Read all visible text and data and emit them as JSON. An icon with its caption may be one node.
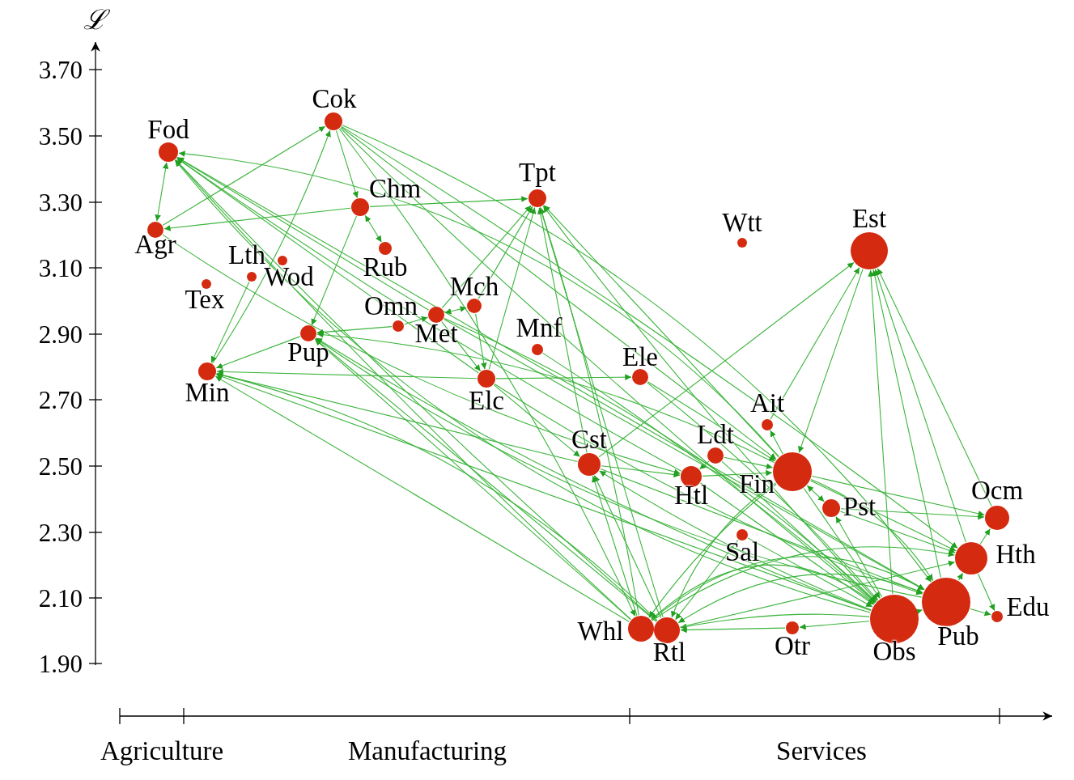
{
  "diagram": {
    "nodes": [
      {
        "text": [
          "Fod"
        ]
      },
      {
        "text": [
          "Cok"
        ]
      },
      {
        "text": [
          "Chm"
        ]
      },
      {
        "text": [
          "Tpt"
        ]
      },
      {
        "text": [
          "Wtt"
        ]
      },
      {
        "text": [
          "Est"
        ]
      },
      {
        "text": [
          "Agr"
        ]
      },
      {
        "text": [
          "Lth"
        ]
      },
      {
        "text": [
          "Wod"
        ]
      },
      {
        "text": [
          "Rub"
        ]
      },
      {
        "text": [
          "Tex"
        ]
      },
      {
        "text": [
          "Mch"
        ]
      },
      {
        "text": [
          "Omn"
        ]
      },
      {
        "text": [
          "Met"
        ]
      },
      {
        "text": [
          "Mnf"
        ]
      },
      {
        "text": [
          "Pup"
        ]
      },
      {
        "text": [
          "Ele"
        ]
      },
      {
        "text": [
          "Min"
        ]
      },
      {
        "text": [
          "Elc"
        ]
      },
      {
        "text": [
          "Ait"
        ]
      },
      {
        "text": [
          "Ldt"
        ]
      },
      {
        "text": [
          "Cst"
        ]
      },
      {
        "text": [
          "Htl"
        ]
      },
      {
        "text": [
          "Fin"
        ]
      },
      {
        "text": [
          "Pst"
        ]
      },
      {
        "text": [
          "Ocm"
        ]
      },
      {
        "text": [
          "Sal"
        ]
      },
      {
        "text": [
          "Hth"
        ]
      },
      {
        "text": [
          "Edu"
        ]
      },
      {
        "text": [
          "Whl"
        ]
      },
      {
        "text": [
          "Rtl"
        ]
      },
      {
        "text": [
          "Otr"
        ]
      },
      {
        "text": [
          "Obs"
        ]
      },
      {
        "text": [
          "Pub"
        ]
      }
    ],
    "edges": [
      {
        "from": 0,
        "to": 6,
        "arrow": "both"
      },
      {
        "from": 6,
        "to": 1,
        "arrow": "to"
      },
      {
        "from": 17,
        "to": 1,
        "arrow": "to"
      },
      {
        "from": 1,
        "to": 2,
        "arrow": "to"
      },
      {
        "from": 1,
        "to": 23,
        "arrow": "to"
      },
      {
        "from": 1,
        "to": 32,
        "arrow": "to"
      },
      {
        "from": 1,
        "to": 33,
        "arrow": "to"
      },
      {
        "from": 1,
        "to": 27,
        "arrow": "to"
      },
      {
        "from": 1,
        "to": 29,
        "arrow": "to"
      },
      {
        "from": 2,
        "to": 6,
        "arrow": "to"
      },
      {
        "from": 2,
        "to": 15,
        "arrow": "to"
      },
      {
        "from": 2,
        "to": 9,
        "arrow": "both"
      },
      {
        "from": 2,
        "to": 3,
        "arrow": "to"
      },
      {
        "from": 13,
        "to": 0,
        "arrow": "to"
      },
      {
        "from": 18,
        "to": 0,
        "arrow": "to"
      },
      {
        "from": 23,
        "to": 0,
        "arrow": "to"
      },
      {
        "from": 32,
        "to": 0,
        "arrow": "to"
      },
      {
        "from": 33,
        "to": 0,
        "arrow": "to"
      },
      {
        "from": 29,
        "to": 0,
        "arrow": "to"
      },
      {
        "from": 30,
        "to": 0,
        "arrow": "to"
      },
      {
        "from": 22,
        "to": 0,
        "arrow": "to"
      },
      {
        "from": 6,
        "to": 22,
        "arrow": "to"
      },
      {
        "from": 8,
        "to": 17,
        "arrow": "to"
      },
      {
        "from": 12,
        "to": 15,
        "arrow": "to"
      },
      {
        "from": 15,
        "to": 17,
        "arrow": "to"
      },
      {
        "from": 18,
        "to": 17,
        "arrow": "to"
      },
      {
        "from": 21,
        "to": 17,
        "arrow": "to"
      },
      {
        "from": 32,
        "to": 17,
        "arrow": "to"
      },
      {
        "from": 29,
        "to": 17,
        "arrow": "to"
      },
      {
        "from": 30,
        "to": 17,
        "arrow": "to"
      },
      {
        "from": 32,
        "to": 15,
        "arrow": "to"
      },
      {
        "from": 33,
        "to": 15,
        "arrow": "to"
      },
      {
        "from": 29,
        "to": 15,
        "arrow": "to"
      },
      {
        "from": 30,
        "to": 15,
        "arrow": "to"
      },
      {
        "from": 23,
        "to": 15,
        "arrow": "to"
      },
      {
        "from": 13,
        "to": 11,
        "arrow": "both"
      },
      {
        "from": 12,
        "to": 13,
        "arrow": "to"
      },
      {
        "from": 13,
        "to": 18,
        "arrow": "to"
      },
      {
        "from": 11,
        "to": 18,
        "arrow": "to"
      },
      {
        "from": 13,
        "to": 3,
        "arrow": "to"
      },
      {
        "from": 11,
        "to": 3,
        "arrow": "to"
      },
      {
        "from": 18,
        "to": 3,
        "arrow": "to"
      },
      {
        "from": 21,
        "to": 3,
        "arrow": "to"
      },
      {
        "from": 29,
        "to": 3,
        "arrow": "to"
      },
      {
        "from": 30,
        "to": 3,
        "arrow": "to"
      },
      {
        "from": 23,
        "to": 3,
        "arrow": "to"
      },
      {
        "from": 32,
        "to": 3,
        "arrow": "to"
      },
      {
        "from": 18,
        "to": 16,
        "arrow": "to"
      },
      {
        "from": 21,
        "to": 5,
        "arrow": "to"
      },
      {
        "from": 19,
        "to": 5,
        "arrow": "to"
      },
      {
        "from": 5,
        "to": 23,
        "arrow": "to"
      },
      {
        "from": 32,
        "to": 5,
        "arrow": "to"
      },
      {
        "from": 33,
        "to": 5,
        "arrow": "to"
      },
      {
        "from": 27,
        "to": 5,
        "arrow": "to"
      },
      {
        "from": 25,
        "to": 5,
        "arrow": "to"
      },
      {
        "from": 23,
        "to": 24,
        "arrow": "both"
      },
      {
        "from": 23,
        "to": 25,
        "arrow": "to"
      },
      {
        "from": 23,
        "to": 27,
        "arrow": "to"
      },
      {
        "from": 23,
        "to": 32,
        "arrow": "to"
      },
      {
        "from": 23,
        "to": 33,
        "arrow": "to"
      },
      {
        "from": 23,
        "to": 30,
        "arrow": "to"
      },
      {
        "from": 23,
        "to": 29,
        "arrow": "to"
      },
      {
        "from": 23,
        "to": 19,
        "arrow": "to"
      },
      {
        "from": 24,
        "to": 25,
        "arrow": "to"
      },
      {
        "from": 24,
        "to": 27,
        "arrow": "to"
      },
      {
        "from": 32,
        "to": 24,
        "arrow": "to"
      },
      {
        "from": 27,
        "to": 25,
        "arrow": "to"
      },
      {
        "from": 33,
        "to": 27,
        "arrow": "to"
      },
      {
        "from": 33,
        "to": 28,
        "arrow": "to"
      },
      {
        "from": 27,
        "to": 28,
        "arrow": "to"
      },
      {
        "from": 32,
        "to": 31,
        "arrow": "to"
      },
      {
        "from": 31,
        "to": 30,
        "arrow": "to"
      },
      {
        "from": 32,
        "to": 30,
        "arrow": "to"
      },
      {
        "from": 33,
        "to": 30,
        "arrow": "to"
      },
      {
        "from": 32,
        "to": 29,
        "arrow": "to"
      },
      {
        "from": 32,
        "to": 21,
        "arrow": "to"
      },
      {
        "from": 29,
        "to": 21,
        "arrow": "to"
      },
      {
        "from": 30,
        "to": 21,
        "arrow": "to"
      },
      {
        "from": 21,
        "to": 22,
        "arrow": "to"
      },
      {
        "from": 20,
        "to": 22,
        "arrow": "to"
      },
      {
        "from": 22,
        "to": 23,
        "arrow": "to"
      },
      {
        "from": 26,
        "to": 30,
        "arrow": "to"
      },
      {
        "from": 26,
        "to": 32,
        "arrow": "to"
      },
      {
        "from": 16,
        "to": 32,
        "arrow": "to"
      },
      {
        "from": 14,
        "to": 32,
        "arrow": "to"
      },
      {
        "from": 20,
        "to": 32,
        "arrow": "to"
      },
      {
        "from": 13,
        "to": 32,
        "arrow": "to"
      },
      {
        "from": 13,
        "to": 33,
        "arrow": "to"
      },
      {
        "from": 18,
        "to": 33,
        "arrow": "to"
      },
      {
        "from": 18,
        "to": 21,
        "arrow": "to"
      },
      {
        "from": 16,
        "to": 23,
        "arrow": "to"
      },
      {
        "from": 21,
        "to": 33,
        "arrow": "to"
      },
      {
        "from": 22,
        "to": 32,
        "arrow": "to"
      },
      {
        "from": 29,
        "to": 33,
        "arrow": "to"
      },
      {
        "from": 32,
        "to": 33,
        "arrow": "to"
      },
      {
        "from": 20,
        "to": 23,
        "arrow": "to"
      },
      {
        "from": 30,
        "to": 27,
        "arrow": "to"
      },
      {
        "from": 29,
        "to": 27,
        "arrow": "to"
      }
    ],
    "labels": [
      "ℒ",
      "3.70",
      "3.50",
      "3.30",
      "3.10",
      "2.90",
      "2.70",
      "2.50",
      "2.30",
      "2.10",
      "1.90",
      "Agriculture",
      "Manufacturing",
      "Services"
    ]
  }
}
